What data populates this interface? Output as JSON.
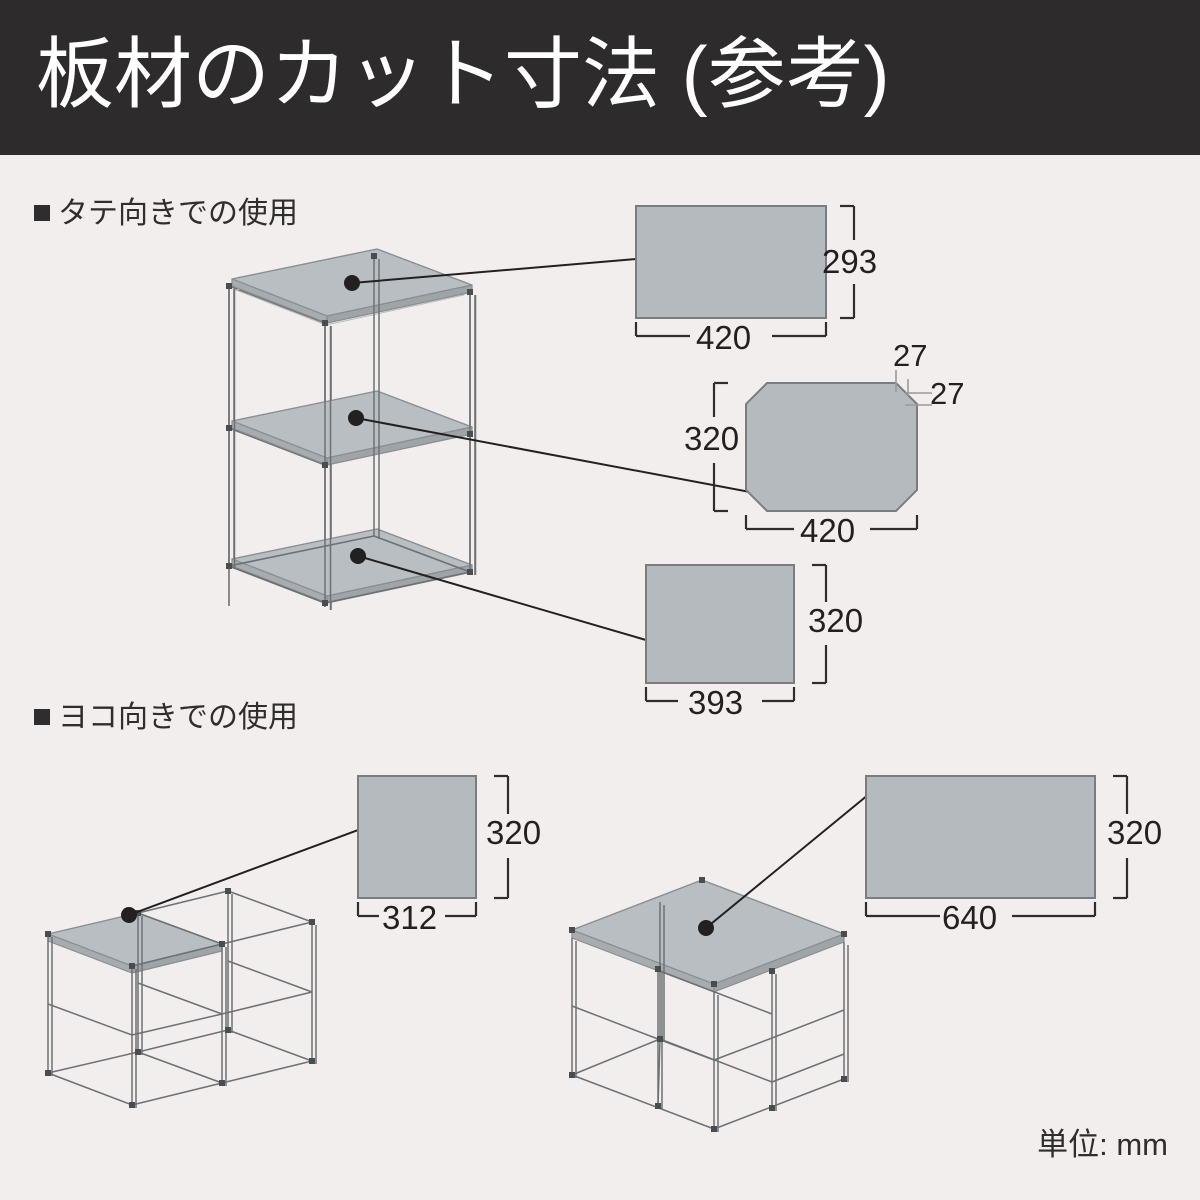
{
  "header": {
    "title": "板材のカット寸法 (参考)"
  },
  "sections": [
    {
      "id": "vertical",
      "label": "タテ向きでの使用"
    },
    {
      "id": "horizontal",
      "label": "ヨコ向きでの使用"
    }
  ],
  "unit_note": "単位: mm",
  "colors": {
    "header_bg": "#2d2b2b",
    "page_bg": "#f2eeed",
    "panel_fill": "#b5babe",
    "panel_stroke": "#7a7d80",
    "panel_top_fill": "#b9bec2",
    "frame_stroke": "#6e7174",
    "dim_stroke": "#2f2d2d",
    "leader_stroke": "#232021",
    "text": "#232021"
  },
  "panels": [
    {
      "id": "panel-top-vertical",
      "shape": "rect",
      "width_label": "420",
      "height_label": "293",
      "section": "vertical",
      "note": "top shelf board, vertical orientation"
    },
    {
      "id": "panel-middle-vertical",
      "shape": "chamfered-rect",
      "width_label": "420",
      "height_label": "320",
      "chamfer_labels": [
        "27",
        "27"
      ],
      "section": "vertical",
      "note": "middle shelf board with 27mm corner cuts"
    },
    {
      "id": "panel-bottom-vertical",
      "shape": "rect",
      "width_label": "393",
      "height_label": "320",
      "section": "vertical",
      "note": "bottom shelf board, vertical orientation"
    },
    {
      "id": "panel-left-horizontal",
      "shape": "rect",
      "width_label": "312",
      "height_label": "320",
      "section": "horizontal",
      "note": "single-bay top board, horizontal orientation"
    },
    {
      "id": "panel-right-horizontal",
      "shape": "rect",
      "width_label": "640",
      "height_label": "320",
      "section": "horizontal",
      "note": "full-width top board, horizontal orientation"
    }
  ],
  "dimension_labels": {
    "p1_width": "420",
    "p1_height": "293",
    "p2_width": "420",
    "p2_height": "320",
    "p2_chamfer_top": "27",
    "p2_chamfer_side": "27",
    "p3_width": "393",
    "p3_height": "320",
    "p4_width": "312",
    "p4_height": "320",
    "p5_width": "640",
    "p5_height": "320"
  },
  "diagrams": [
    {
      "id": "shelf-vertical-3tier",
      "type": "isometric-wireframe",
      "shelves": 3,
      "orientation": "vertical",
      "section": "vertical"
    },
    {
      "id": "shelf-horizontal-single-board",
      "type": "isometric-wireframe",
      "shelves": 1,
      "bays": 2,
      "orientation": "horizontal",
      "section": "horizontal"
    },
    {
      "id": "shelf-horizontal-full-board",
      "type": "isometric-wireframe",
      "shelves": 1,
      "bays": 2,
      "orientation": "horizontal",
      "section": "horizontal"
    }
  ]
}
